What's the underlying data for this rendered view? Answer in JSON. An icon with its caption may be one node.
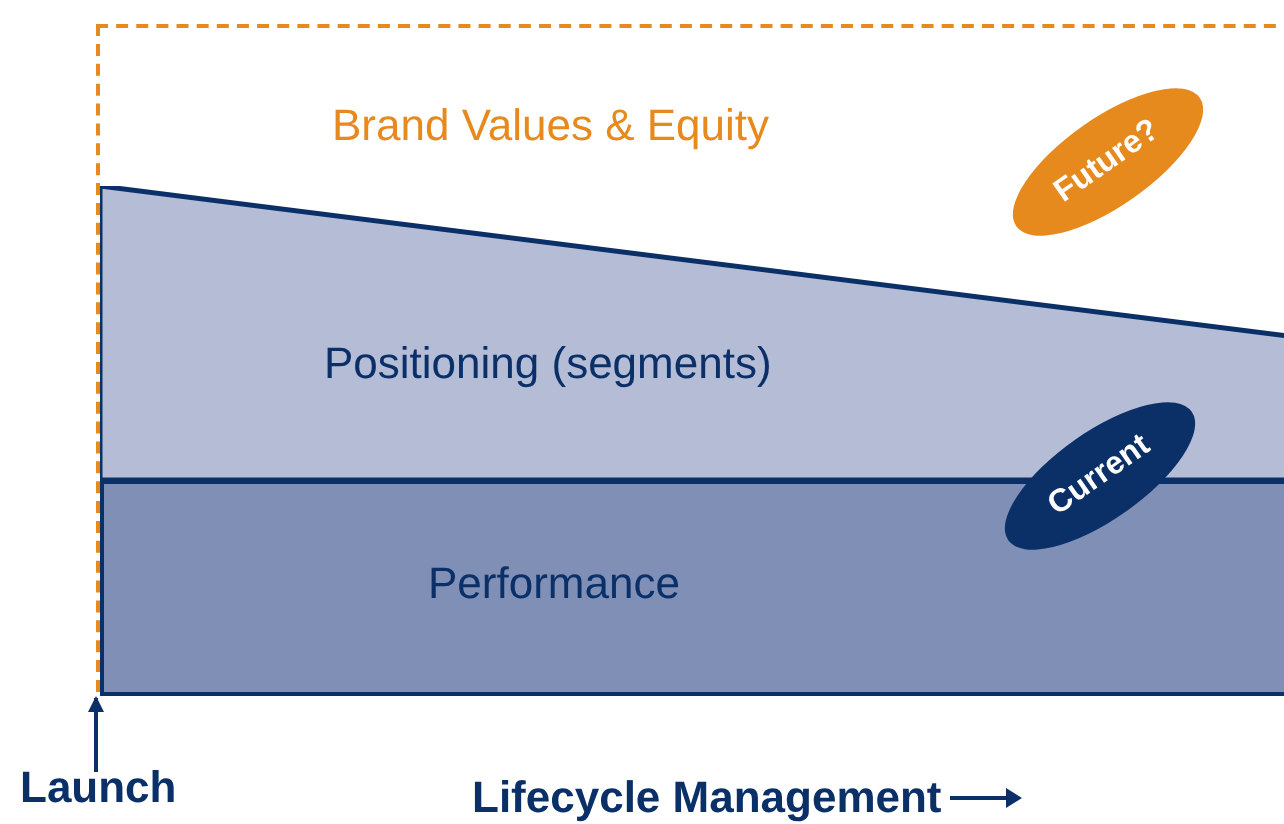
{
  "diagram": {
    "nodes": [
      {
        "text": [
          "Brand Values & Equity"
        ]
      },
      {
        "text": [
          "Positioning (segments)"
        ],
        "in": 0
      },
      {
        "text": [
          "Performance"
        ],
        "in": 0
      },
      {
        "text": [
          "Future?"
        ],
        "in": 0
      },
      {
        "text": [
          "Current"
        ],
        "in": 0
      },
      {
        "text": [
          "Launch"
        ]
      }
    ],
    "edges": [
      {
        "from": 5,
        "to": 2,
        "arrow": "to"
      }
    ],
    "labels": [
      "Lifecycle Management"
    ]
  }
}
